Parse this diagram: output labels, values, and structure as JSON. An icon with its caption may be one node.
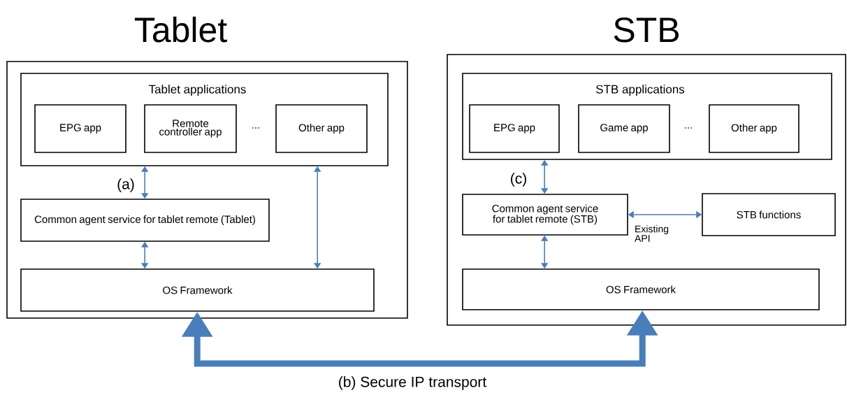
{
  "diagram": {
    "nodes": [
      {
        "text": [
          "Tablet"
        ]
      },
      {
        "text": [
          "Tablet applications"
        ],
        "in": 0
      },
      {
        "text": [
          "EPG app"
        ],
        "in": 1
      },
      {
        "text": [
          "Remote controller app"
        ],
        "in": 1
      },
      {
        "text": [
          "Other app"
        ],
        "in": 1
      },
      {
        "text": [
          "Common agent service for tablet remote (Tablet)"
        ],
        "in": 0
      },
      {
        "text": [
          "OS Framework"
        ],
        "in": 0
      },
      {
        "text": [
          "STB"
        ]
      },
      {
        "text": [
          "STB applications"
        ],
        "in": 7
      },
      {
        "text": [
          "EPG app"
        ],
        "in": 8
      },
      {
        "text": [
          "Game app"
        ],
        "in": 8
      },
      {
        "text": [
          "Other app"
        ],
        "in": 8
      },
      {
        "text": [
          "Common agent service for tablet remote (STB)"
        ],
        "in": 7
      },
      {
        "text": [
          "STB functions"
        ],
        "in": 7
      },
      {
        "text": [
          "OS Framework"
        ],
        "in": 7
      }
    ],
    "edges": [
      {
        "from": 1,
        "to": 5,
        "arrow": "both",
        "label": "(a)"
      },
      {
        "from": 5,
        "to": 6,
        "arrow": "both"
      },
      {
        "from": 1,
        "to": 6,
        "arrow": "both"
      },
      {
        "from": 8,
        "to": 12,
        "arrow": "both",
        "label": "(c)"
      },
      {
        "from": 12,
        "to": 14,
        "arrow": "both"
      },
      {
        "from": 12,
        "to": 13,
        "arrow": "both",
        "label": "Existing API"
      },
      {
        "from": 6,
        "to": 14,
        "arrow": "both",
        "style": "thick",
        "label": "(b) Secure IP transport"
      }
    ],
    "labels": [
      "...",
      "..."
    ]
  }
}
